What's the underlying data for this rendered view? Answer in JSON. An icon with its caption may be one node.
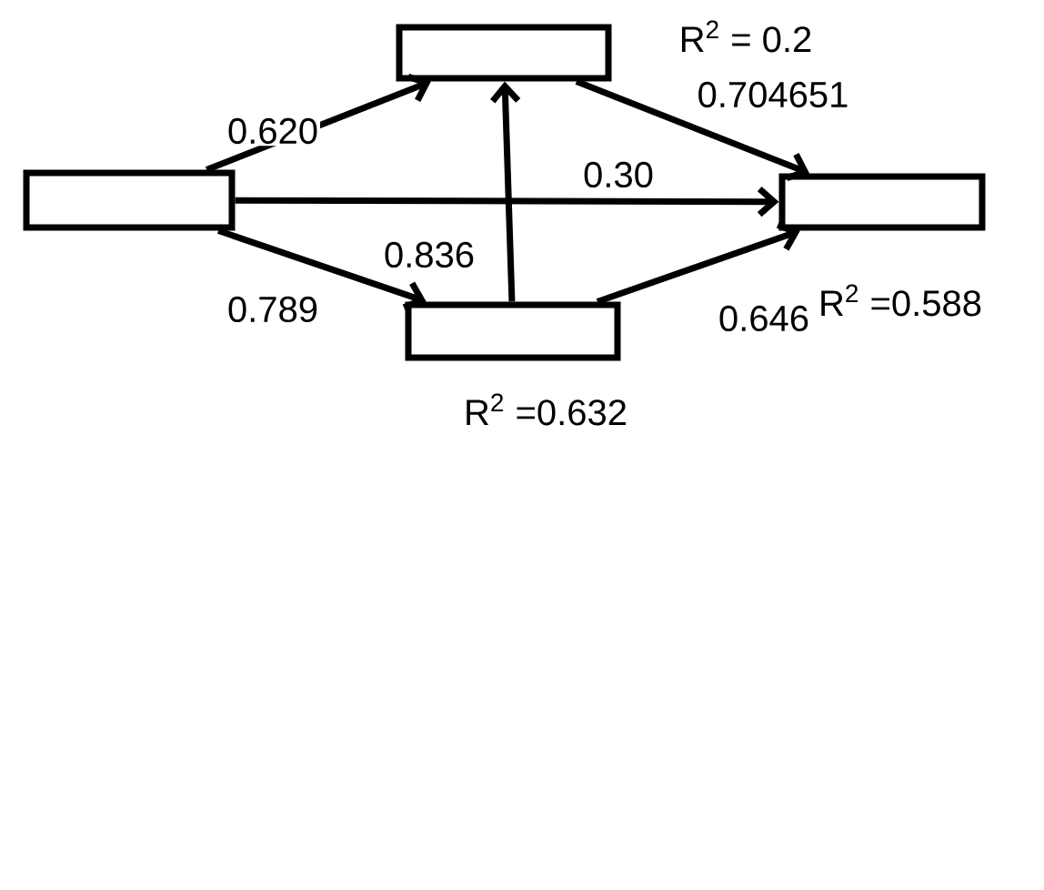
{
  "diagram": {
    "nodes": [
      {
        "text": [],
        "shape": "box"
      },
      {
        "text": [],
        "shape": "box",
        "beside": [
          "R$^{2}$ = 0.2"
        ]
      },
      {
        "text": [],
        "shape": "box",
        "beside": [
          "R$^{2}$ =0.588"
        ]
      },
      {
        "text": [],
        "shape": "box",
        "beside": [
          "R$^{2}$ =0.632"
        ]
      }
    ],
    "edges": [
      {
        "from": 0,
        "to": 1,
        "arrow": "to",
        "label": "0.620"
      },
      {
        "from": 0,
        "to": 2,
        "arrow": "to",
        "label": "0.30"
      },
      {
        "from": 0,
        "to": 3,
        "arrow": "to",
        "label": "0.789"
      },
      {
        "from": 3,
        "to": 1,
        "arrow": "to",
        "label": "0.836"
      },
      {
        "from": 1,
        "to": 2,
        "arrow": "to",
        "label": "0.704651"
      },
      {
        "from": 3,
        "to": 2,
        "arrow": "to",
        "label": "0.646"
      }
    ]
  }
}
